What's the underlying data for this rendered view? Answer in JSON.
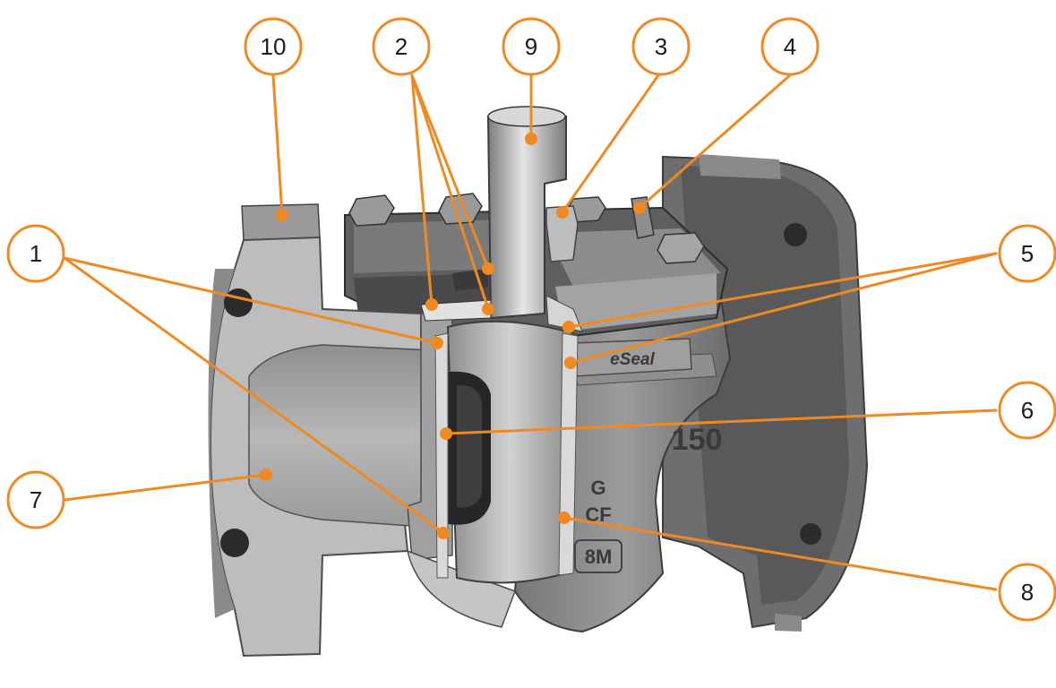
{
  "colors": {
    "callout": "#ef8a22",
    "callout_fill": "#ffffff",
    "callout_text": "#1a1a1a",
    "metal_light": "#cfcfcf",
    "metal_mid": "#a9a9a9",
    "metal_dark": "#6f6f6f",
    "shadow": "#2e2e2e"
  },
  "body_markings": {
    "pressure_class": "150",
    "brand": "eSeal",
    "letters": [
      "G",
      "CF",
      "8M"
    ]
  },
  "callouts": [
    {
      "id": "1",
      "label": "1"
    },
    {
      "id": "2",
      "label": "2"
    },
    {
      "id": "3",
      "label": "3"
    },
    {
      "id": "4",
      "label": "4"
    },
    {
      "id": "5",
      "label": "5"
    },
    {
      "id": "6",
      "label": "6"
    },
    {
      "id": "7",
      "label": "7"
    },
    {
      "id": "8",
      "label": "8"
    },
    {
      "id": "9",
      "label": "9"
    },
    {
      "id": "10",
      "label": "10"
    }
  ]
}
